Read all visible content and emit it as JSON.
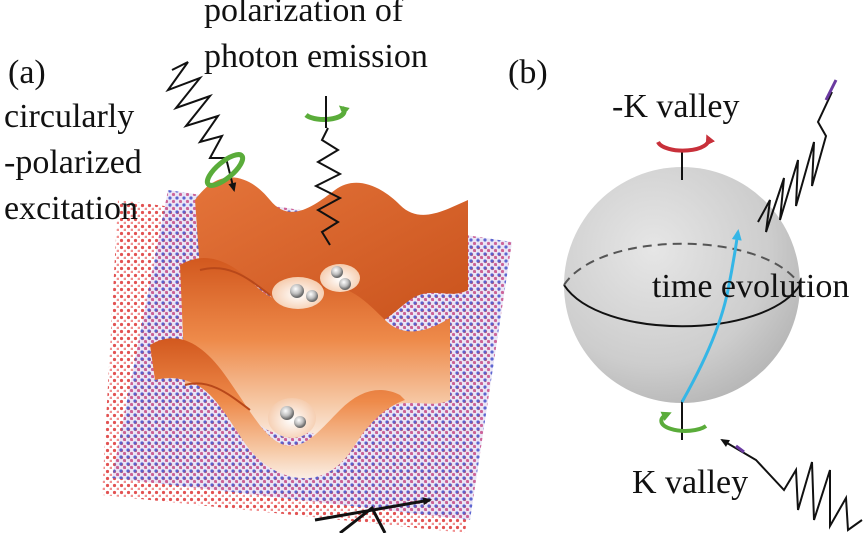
{
  "panel_a": {
    "label": "(a)",
    "excitation_label": [
      "circularly",
      "-polarized",
      "excitation"
    ],
    "emission_label": [
      "polarization of",
      "photon emission"
    ]
  },
  "panel_b": {
    "label": "(b)",
    "top_valley_label": "-K valley",
    "bottom_valley_label": "K valley",
    "path_label": "time evolution"
  },
  "colors": {
    "lattice_blue": "#4a5bd0",
    "lattice_red": "#e04a4a",
    "surface_orange": "#e8732e",
    "sphere_gray": "#cfcfcf",
    "arrow_cyan": "#35b6e6",
    "circle_green": "#5aac3a",
    "circle_red": "#c8303a"
  }
}
